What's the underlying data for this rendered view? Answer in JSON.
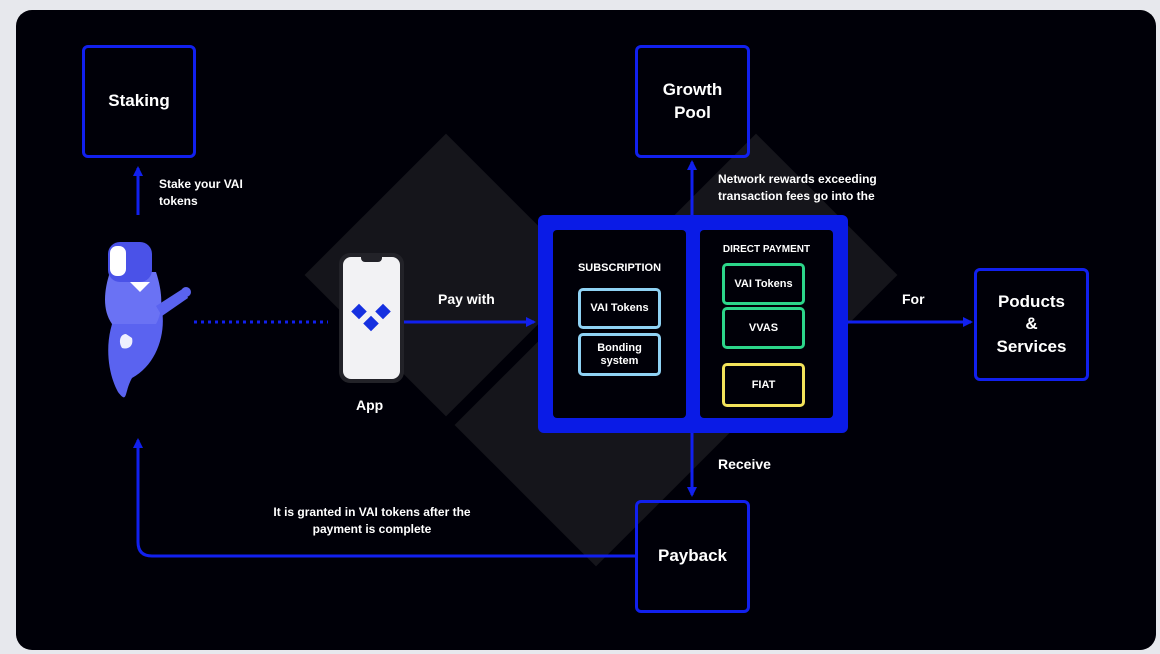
{
  "nodes": {
    "staking": "Staking",
    "growth_pool": "Growth\nPool",
    "products": "Poducts\n&\nServices",
    "payback": "Payback"
  },
  "labels": {
    "stake": "Stake your VAI\ntokens",
    "network": "Network rewards exceeding\ntransaction fees go into the",
    "pay_with": "Pay with",
    "for": "For",
    "receive": "Receive",
    "granted": "It is granted in VAI tokens after the\npayment is complete",
    "app": "App"
  },
  "subscription": {
    "title": "SUBSCRIPTION",
    "chips": [
      "VAI Tokens",
      "Bonding\nsystem"
    ]
  },
  "direct_payment": {
    "title": "DIRECT PAYMENT",
    "chips": [
      "VAI Tokens",
      "VVAS",
      "FIAT"
    ]
  },
  "colors": {
    "accent_blue": "#1120ee",
    "subscription_chip": "#8fd2f4",
    "direct_chip": "#2cd68a",
    "fiat_chip": "#f2e25a",
    "character": "#5a63f0",
    "logo": "#1530e0"
  },
  "icons": {
    "character": "genie-mascot",
    "app_logo": "blue-diamond-logo"
  }
}
